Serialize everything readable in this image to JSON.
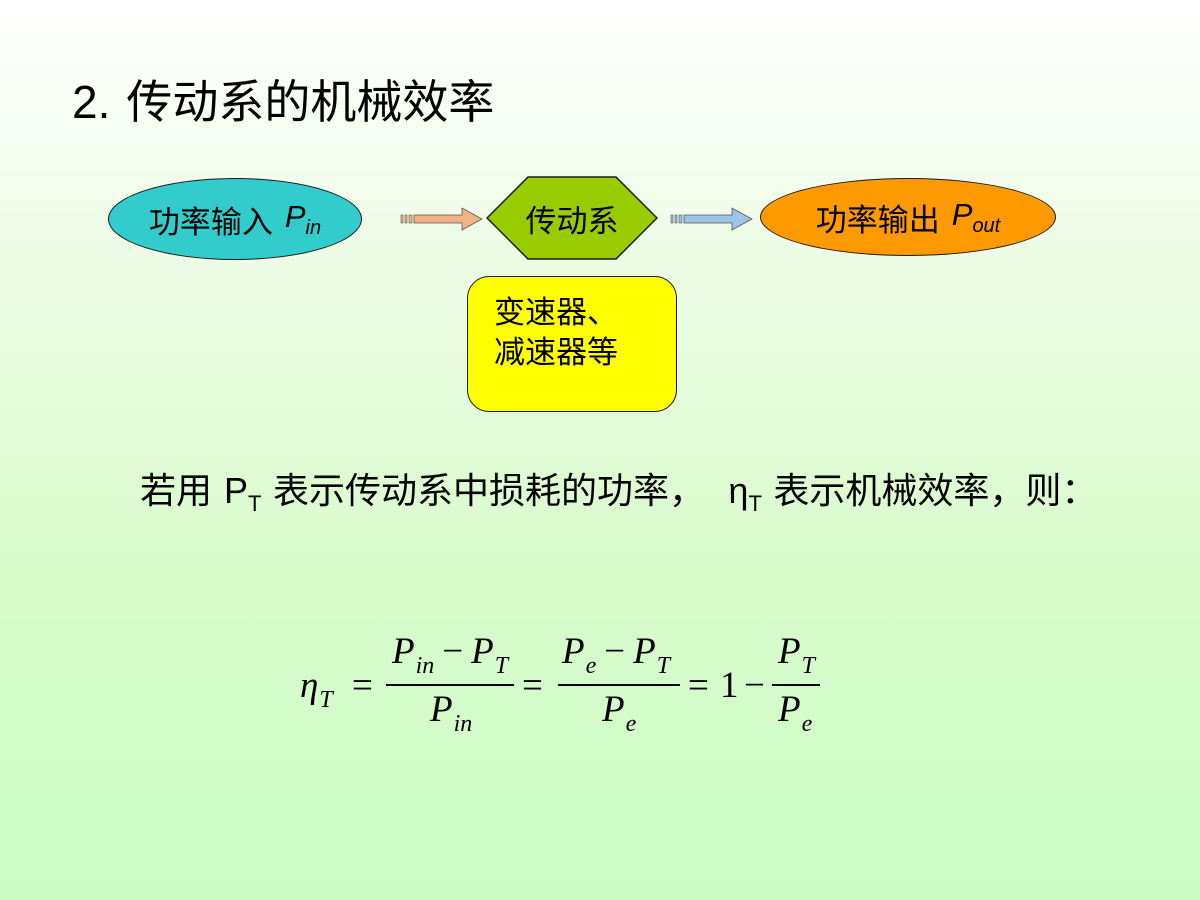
{
  "title": {
    "number": "2.",
    "text": "传动系的机械效率"
  },
  "diagram": {
    "input": {
      "label": "功率输入",
      "symbol": "P",
      "sub": "in",
      "color": "#33cccc"
    },
    "system": {
      "label": "传动系",
      "color": "#99cc00"
    },
    "output": {
      "label": "功率输出",
      "symbol": "P",
      "sub": "out",
      "color": "#ff9900"
    },
    "note": {
      "line1": "变速器、",
      "line2": "减速器等",
      "color": "#ffff00"
    }
  },
  "description": {
    "part1": "若用",
    "sym1": "P",
    "sym1_sub": "T",
    "part2": "表示传动系中损耗的功率，",
    "sym2": "η",
    "sym2_sub": "T",
    "part3": "表示机械效率，则："
  },
  "formula": {
    "eta": "η",
    "eta_sub": "T",
    "eq": "=",
    "minus": "−",
    "one": "1",
    "P": "P",
    "in": "in",
    "T": "T",
    "e": "e"
  }
}
